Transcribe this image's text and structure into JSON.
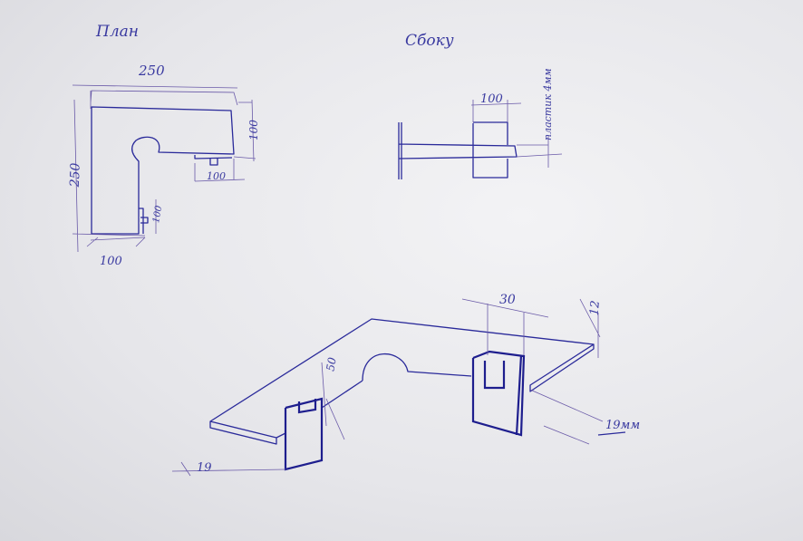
{
  "plan_view": {
    "title": "План",
    "dim_top": "250",
    "dim_left": "250",
    "dim_right": "100",
    "dim_bottom_right": "100",
    "dim_inner": "100",
    "dim_bottom": "100"
  },
  "side_view": {
    "title": "Сбоку",
    "dim_width": "100",
    "note": "пластик 4мм"
  },
  "perspective_view": {
    "dim_width": "30",
    "dim_thickness": "12",
    "dim_height": "50",
    "dim_left": "19",
    "dim_right": "19мм"
  },
  "colors": {
    "ink": "#2a2a9a",
    "paper": "#ececef"
  }
}
